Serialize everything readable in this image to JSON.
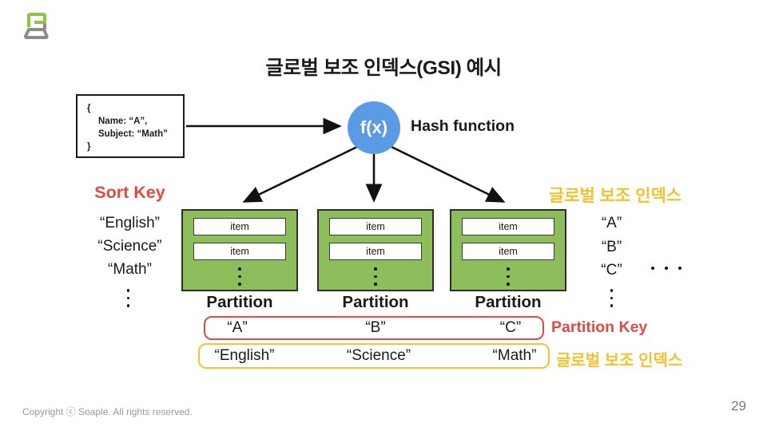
{
  "slide": {
    "title": "글로벌 보조 인덱스(GSI) 예시",
    "footer": "Copyright ⓒ Soaple. All rights reserved.",
    "page_number": "29"
  },
  "colors": {
    "accent_red": "#E04A42",
    "accent_yellow": "#F2C230",
    "partition_green": "#8DBE5B",
    "hash_blue": "#5B9AE5"
  },
  "icons": {
    "logo": "soaple-laptop-logo",
    "vertical_ellipsis": "three-dots-vertical",
    "horizontal_ellipsis": "three-dots-horizontal",
    "arrows": "black-arrow-connectors"
  },
  "record_box": {
    "lines": [
      "{",
      "Name: “A”,",
      "Subject: “Math”",
      "}"
    ]
  },
  "hash_function": {
    "circle_label": "f(x)",
    "caption": "Hash function"
  },
  "sort_key_column": {
    "label": "Sort Key",
    "values": [
      "“English”",
      "“Science”",
      "“Math”"
    ]
  },
  "gsi_column": {
    "label": "글로벌 보조 인덱스",
    "values": [
      "“A”",
      "“B”",
      "“C”"
    ]
  },
  "partitions": {
    "caption": "Partition",
    "item_label": "item"
  },
  "partition_key_row": {
    "label": "Partition Key",
    "values": [
      "“A”",
      "“B”",
      "“C”"
    ]
  },
  "gsi_row": {
    "label": "글로벌 보조 인덱스",
    "values": [
      "“English”",
      "“Science”",
      "“Math”"
    ]
  }
}
